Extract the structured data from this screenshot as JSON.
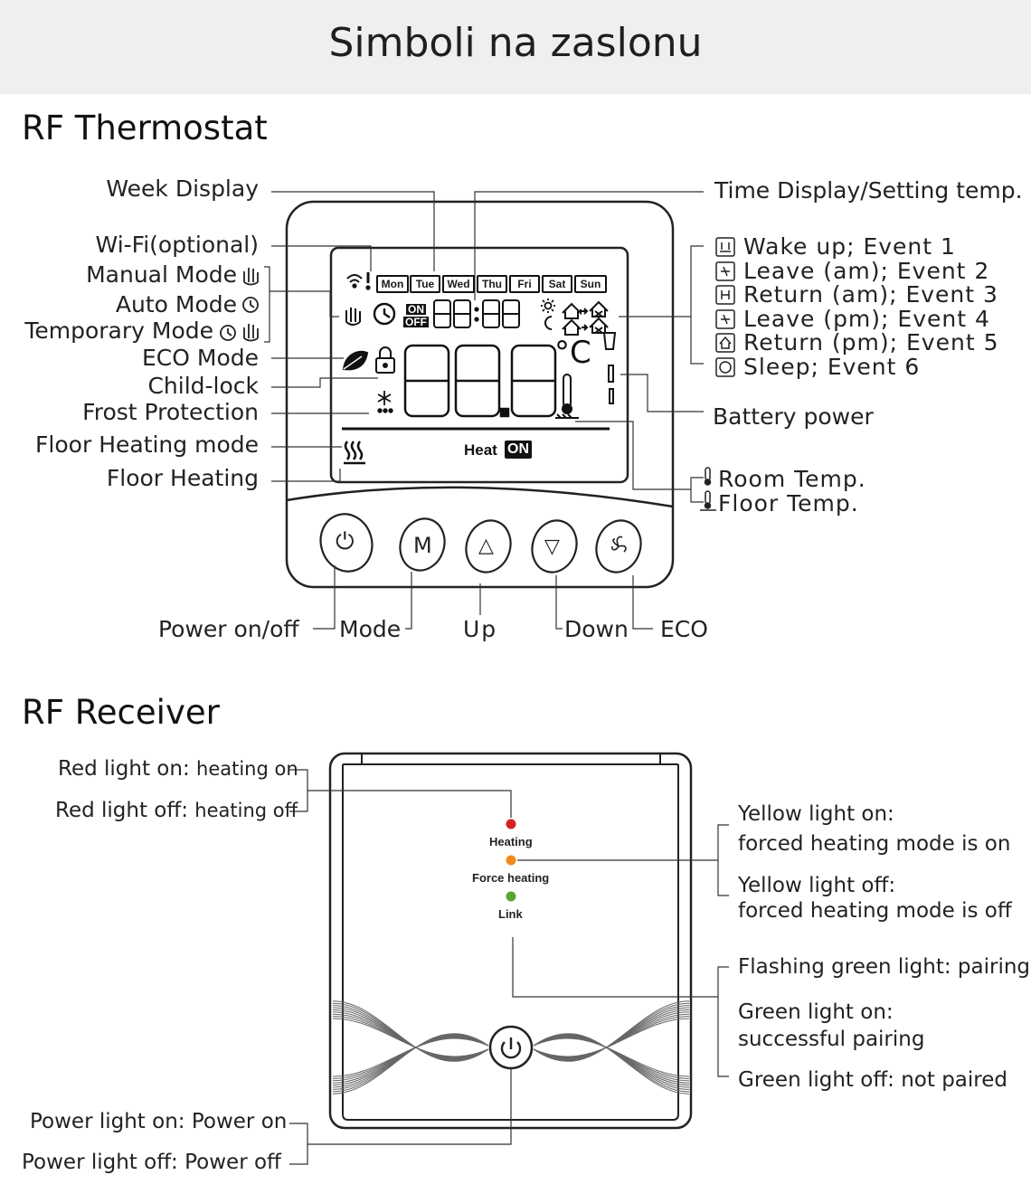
{
  "header": {
    "title": "Simboli na zaslonu"
  },
  "thermostat": {
    "title": "RF Thermostat",
    "left_labels": {
      "week_display": "Week Display",
      "wifi": "Wi-Fi(optional)",
      "manual_mode": "Manual Mode",
      "auto_mode": "Auto Mode",
      "temporary_mode": "Temporary Mode",
      "eco_mode": "ECO Mode",
      "child_lock": "Child-lock",
      "frost_protection": "Frost Protection",
      "floor_heating_mode": "Floor Heating mode",
      "floor_heating": "Floor Heating"
    },
    "right_labels": {
      "time_display": "Time Display/Setting temp.",
      "battery_power": "Battery power",
      "room_temp": "Room Temp.",
      "floor_temp": "Floor Temp."
    },
    "events": [
      "Wake up; Event 1",
      "Leave (am); Event 2",
      "Return (am); Event 3",
      "Leave (pm); Event 4",
      "Return (pm); Event 5",
      "Sleep; Event 6"
    ],
    "days": [
      "Mon",
      "Tue",
      "Wed",
      "Thu",
      "Fri",
      "Sat",
      "Sun"
    ],
    "lcd": {
      "on": "ON",
      "off": "OFF",
      "time_digits": "88:88",
      "temp_digits": "88.8",
      "unit": "°C",
      "heat_label": "Heat",
      "heat_state": "ON"
    },
    "buttons": {
      "power_glyph": "⏻",
      "mode_glyph": "M",
      "up_glyph": "△",
      "down_glyph": "▽"
    },
    "button_labels": {
      "power": "Power on/off",
      "mode": "Mode",
      "up": "Up",
      "down": "Down",
      "eco": "ECO"
    }
  },
  "receiver": {
    "title": "RF Receiver",
    "leds": {
      "heating": "Heating",
      "force_heating": "Force heating",
      "link": "Link"
    },
    "led_colors": {
      "heating": "#d42020",
      "force_heating": "#f08a1c",
      "link": "#5aa532"
    },
    "left_labels": {
      "red_on_a": "Red light on:",
      "red_on_b": "heating on",
      "red_off_a": "Red light off:",
      "red_off_b": "heating off",
      "power_on": "Power light on: Power on",
      "power_off": "Power light off: Power off"
    },
    "right_labels": {
      "yellow_on_1": "Yellow light on:",
      "yellow_on_2": "forced heating mode is on",
      "yellow_off_1": "Yellow light off:",
      "yellow_off_2": "forced heating mode is off",
      "green_flash": "Flashing green light: pairing",
      "green_on_1": "Green light on:",
      "green_on_2": "successful pairing",
      "green_off": "Green light off: not paired"
    }
  }
}
